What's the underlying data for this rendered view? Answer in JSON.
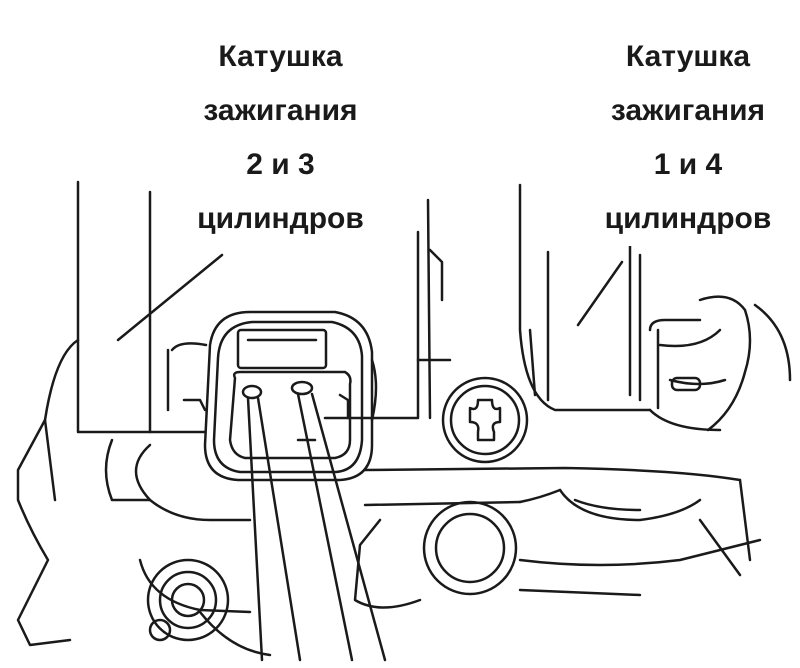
{
  "labels": {
    "coil_left": {
      "line1": "Катушка",
      "line2": "зажигания",
      "line3": "2 и 3",
      "line4": "цилиндров"
    },
    "coil_right": {
      "line1": "Катушка",
      "line2": "зажигания",
      "line3": "1 и 4",
      "line4": "цилиндров"
    }
  },
  "colors": {
    "line": "#1a1a1a",
    "background": "#ffffff"
  }
}
